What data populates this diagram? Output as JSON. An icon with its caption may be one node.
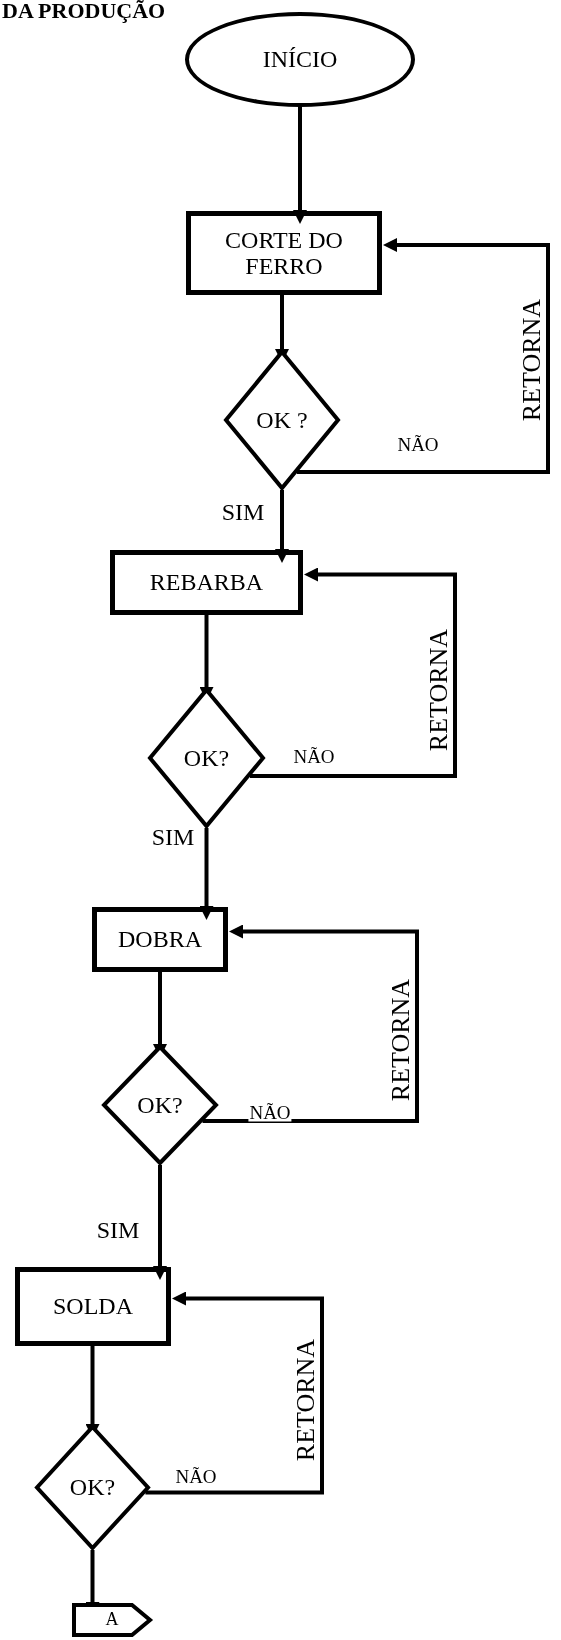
{
  "diagram": {
    "title": "DA PRODUÇÃO",
    "nodes": [
      {
        "text": [
          "INÍCIO"
        ]
      },
      {
        "text": [
          "CORTE DO FERRO"
        ]
      },
      {
        "text": [
          "OK ?"
        ]
      },
      {
        "text": [
          "REBARBA"
        ]
      },
      {
        "text": [
          "OK?"
        ]
      },
      {
        "text": [
          "DOBRA"
        ]
      },
      {
        "text": [
          "OK?"
        ]
      },
      {
        "text": [
          "SOLDA"
        ]
      },
      {
        "text": [
          "OK?"
        ]
      },
      {
        "text": [
          "A"
        ]
      }
    ],
    "edges": [
      {
        "from": 0,
        "to": 1,
        "arrow": "to"
      },
      {
        "from": 1,
        "to": 2,
        "arrow": "to"
      },
      {
        "from": 2,
        "to": 3,
        "arrow": "to",
        "label": "SIM"
      },
      {
        "from": 2,
        "to": 1,
        "arrow": "to",
        "label": "NÃO"
      },
      {
        "from": 3,
        "to": 4,
        "arrow": "to"
      },
      {
        "from": 4,
        "to": 5,
        "arrow": "to",
        "label": "SIM"
      },
      {
        "from": 4,
        "to": 3,
        "arrow": "to",
        "label": "NÃO"
      },
      {
        "from": 5,
        "to": 6,
        "arrow": "to"
      },
      {
        "from": 6,
        "to": 7,
        "arrow": "to",
        "label": "SIM"
      },
      {
        "from": 6,
        "to": 5,
        "arrow": "to",
        "label": "NÃO"
      },
      {
        "from": 7,
        "to": 8,
        "arrow": "to"
      },
      {
        "from": 8,
        "to": 9,
        "arrow": "to"
      },
      {
        "from": 8,
        "to": 7,
        "arrow": "to",
        "label": "NÃO"
      }
    ],
    "labels": [
      "RETORNA",
      "RETORNA",
      "RETORNA",
      "RETORNA"
    ]
  }
}
